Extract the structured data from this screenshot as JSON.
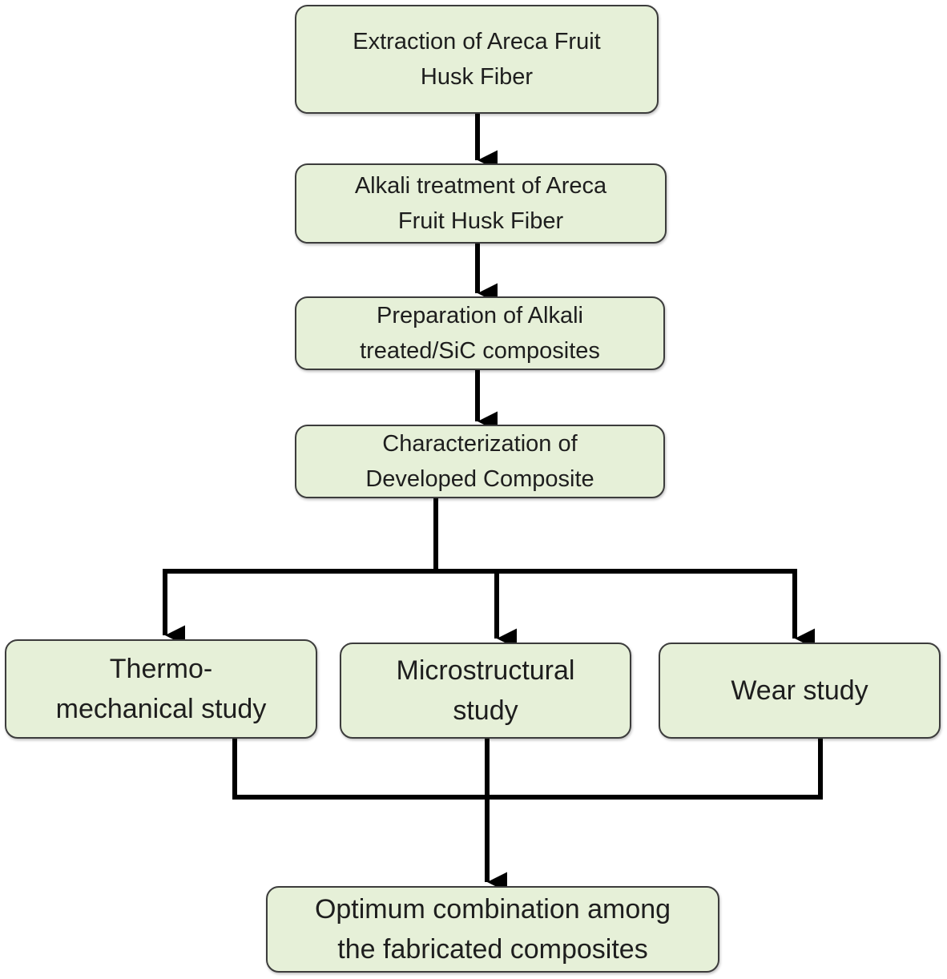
{
  "steps": {
    "extraction": "Extraction of Areca Fruit\nHusk Fiber",
    "alkali_treatment": "Alkali treatment of Areca\nFruit  Husk Fiber",
    "preparation": "Preparation of Alkali\ntreated/SiC composites",
    "characterization": "Characterization of\nDeveloped Composite"
  },
  "studies": {
    "thermo_mechanical": "Thermo-\nmechanical study",
    "microstructural": "Microstructural\nstudy",
    "wear": "Wear study"
  },
  "result": {
    "optimum": "Optimum combination among\nthe fabricated composites"
  },
  "colors": {
    "box_fill": "#e6f0d8",
    "box_border": "#3c3c3c",
    "connector": "#000000"
  }
}
